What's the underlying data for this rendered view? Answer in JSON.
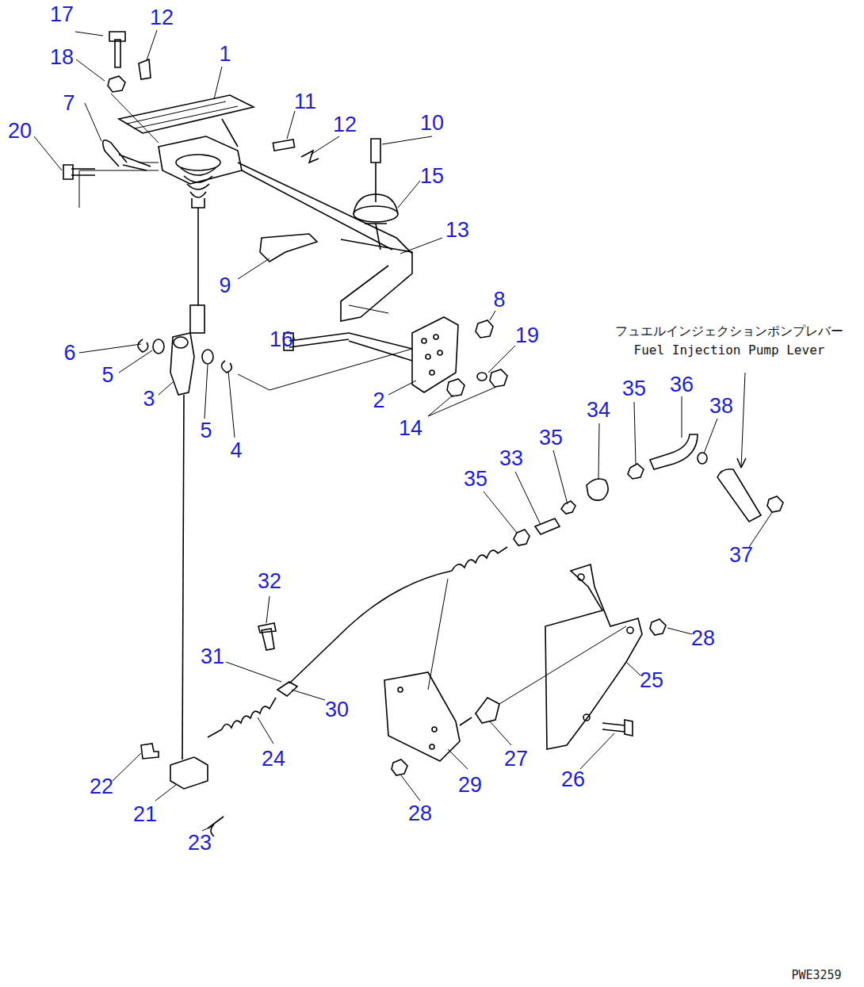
{
  "diagram": {
    "labels": [
      "17",
      "12",
      "1",
      "18",
      "7",
      "11",
      "12",
      "10",
      "20",
      "15",
      "13",
      "9",
      "8",
      "16",
      "19",
      "6",
      "5",
      "3",
      "2",
      "5",
      "4",
      "14",
      "フュエルインジェクションポンプレバー",
      "Fuel Injection Pump Lever",
      "36",
      "38",
      "35",
      "34",
      "35",
      "33",
      "35",
      "37",
      "32",
      "31",
      "28",
      "30",
      "25",
      "24",
      "27",
      "22",
      "26",
      "29",
      "28",
      "21",
      "23",
      "PWE3259"
    ]
  }
}
